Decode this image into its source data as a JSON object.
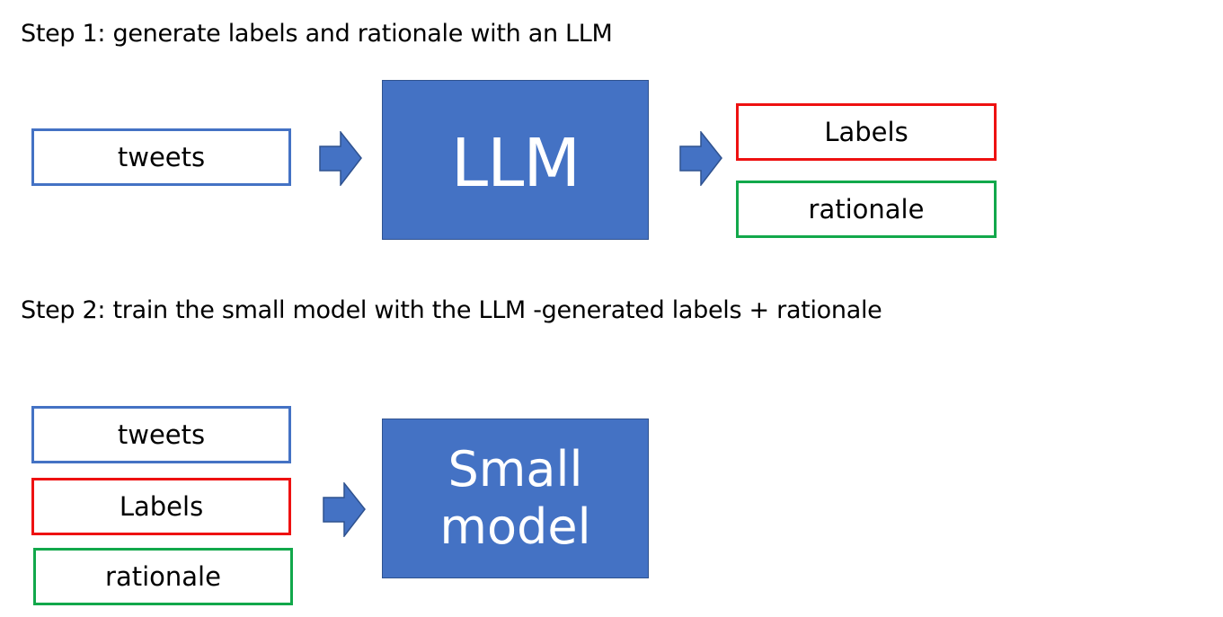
{
  "step1": {
    "title": "Step 1: generate labels and rationale with an LLM",
    "input_label": "tweets",
    "model_label": "LLM",
    "outputs": {
      "labels": "Labels",
      "rationale": "rationale"
    }
  },
  "step2": {
    "title": "Step 2: train the small model with the LLM -generated labels + rationale",
    "inputs": {
      "tweets": "tweets",
      "labels": "Labels",
      "rationale": "rationale"
    },
    "model_label": "Small\nmodel"
  },
  "colors": {
    "blue": "#4472c4",
    "red": "#ee1111",
    "green": "#12a84b"
  }
}
